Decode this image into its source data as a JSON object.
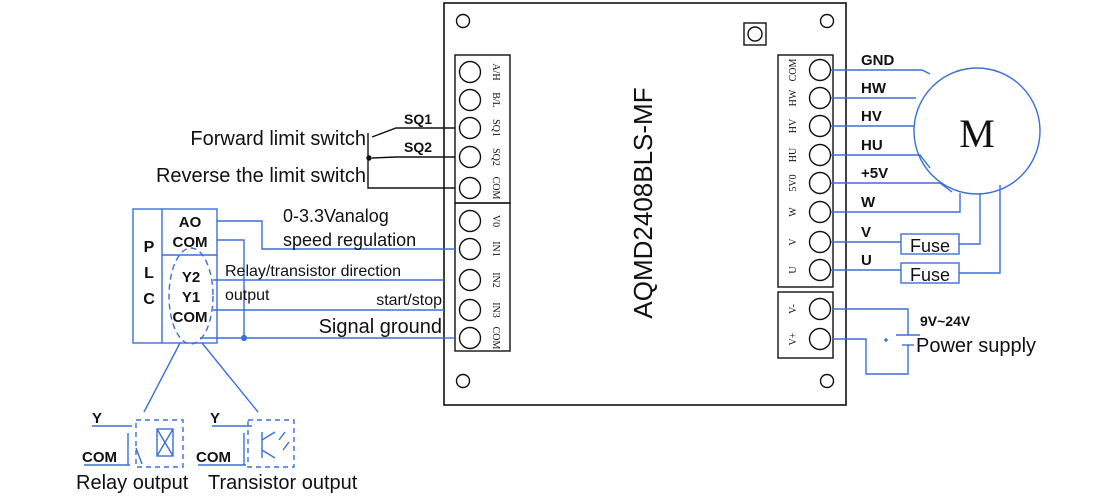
{
  "controller": {
    "model": "AQMD2408BLS-MF"
  },
  "left_terminals": [
    {
      "label": "A/H"
    },
    {
      "label": "B/L"
    },
    {
      "label": "SQ1"
    },
    {
      "label": "SQ2"
    },
    {
      "label": "COM"
    },
    {
      "label": "V0"
    },
    {
      "label": "IN1"
    },
    {
      "label": "IN2"
    },
    {
      "label": "IN3"
    },
    {
      "label": "COM"
    }
  ],
  "right_terminals": [
    {
      "label": "COM"
    },
    {
      "label": "HW"
    },
    {
      "label": "HV"
    },
    {
      "label": "HU"
    },
    {
      "label": "5V0"
    },
    {
      "label": "W"
    },
    {
      "label": "V"
    },
    {
      "label": "U"
    }
  ],
  "power_terminals": [
    {
      "label": "V-"
    },
    {
      "label": "V+"
    }
  ],
  "limit_switches": {
    "sq1": "SQ1",
    "sq2": "SQ2",
    "forward": "Forward limit switch",
    "reverse": "Reverse the limit switch"
  },
  "signals": {
    "analog_line1": "0-3.3Vanalog",
    "analog_line2": "speed regulation",
    "direction_line1": "Relay/transistor direction",
    "direction_line2": "output",
    "start_stop": "start/stop",
    "signal_ground": "Signal ground"
  },
  "plc": {
    "letters": [
      "P",
      "L",
      "C"
    ],
    "ao": "AO",
    "com1": "COM",
    "y2": "Y2",
    "y1": "Y1",
    "com2": "COM"
  },
  "motor": {
    "label": "M",
    "wires": [
      "GND",
      "HW",
      "HV",
      "HU",
      "+5V",
      "W",
      "V",
      "U"
    ]
  },
  "fuse_label": "Fuse",
  "power_supply": {
    "voltage": "9V~24V",
    "label": "Power supply"
  },
  "outputs": {
    "relay_y": "Y",
    "relay_com": "COM",
    "relay_caption": "Relay output",
    "transistor_y": "Y",
    "transistor_com": "COM",
    "transistor_caption": "Transistor output"
  },
  "colors": {
    "wire": "#3b6fd8",
    "outline": "#111111",
    "background": "#ffffff"
  }
}
